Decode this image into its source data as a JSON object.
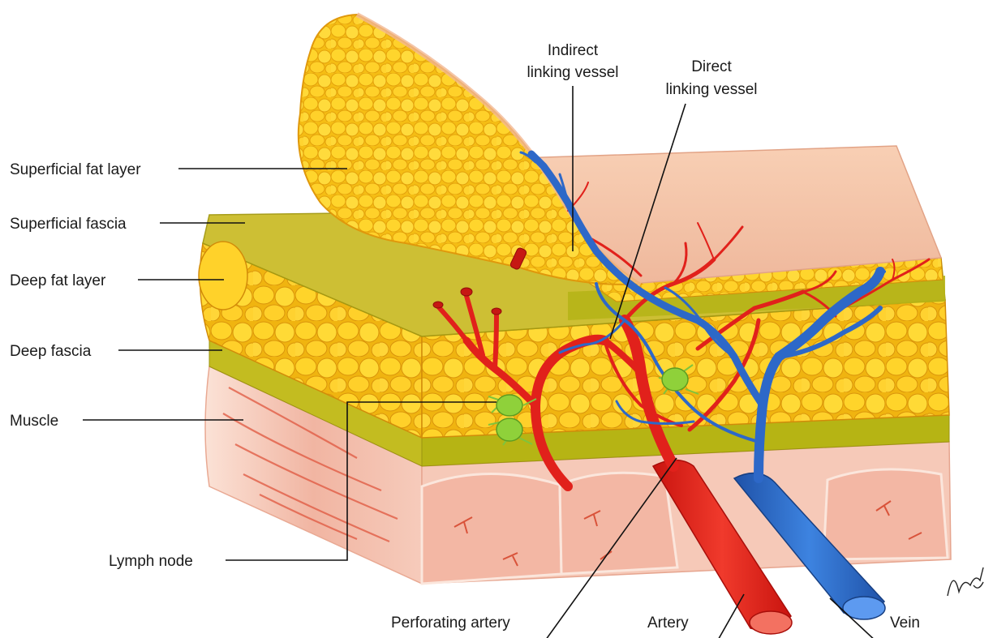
{
  "labels": {
    "superficial_fat_layer": "Superficial fat layer",
    "superficial_fascia": "Superficial fascia",
    "deep_fat_layer": "Deep fat layer",
    "deep_fascia": "Deep fascia",
    "muscle": "Muscle",
    "lymph_node": "Lymph node",
    "indirect_linking_vessel_line1": "Indirect",
    "indirect_linking_vessel_line2": "linking vessel",
    "direct_linking_vessel_line1": "Direct",
    "direct_linking_vessel_line2": "linking vessel",
    "perforating_artery": "Perforating artery",
    "artery": "Artery",
    "vein": "Vein"
  },
  "colors": {
    "fat": "#f6c21c",
    "fat_light": "#ffe25a",
    "fascia": "#b9b814",
    "skin": "#f3c3a7",
    "muscle": "#f1b3a1",
    "artery": "#e8231f",
    "vein": "#2f6fd0",
    "lymph": "#8fd13a"
  }
}
